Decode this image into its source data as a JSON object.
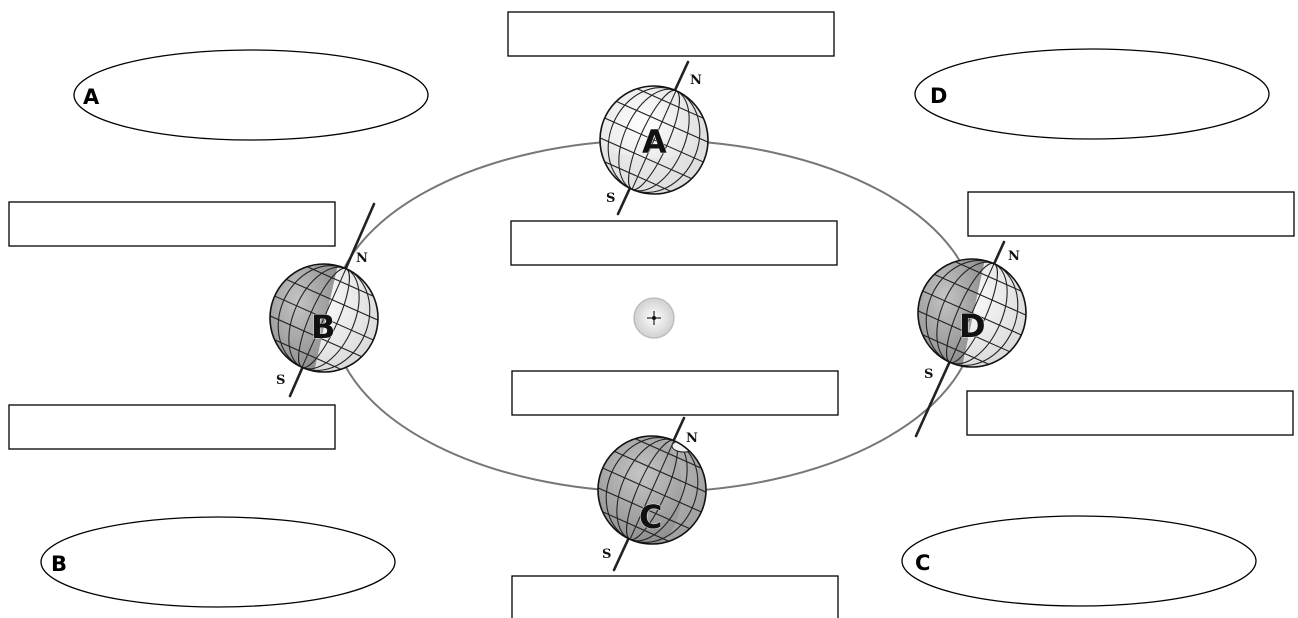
{
  "ovals": {
    "top_left": "A",
    "top_right": "D",
    "bottom_left": "B",
    "bottom_right": "C"
  },
  "globes": {
    "top": {
      "letter": "A",
      "north": "N",
      "south": "S"
    },
    "left": {
      "letter": "B",
      "north": "N",
      "south": "S"
    },
    "bottom": {
      "letter": "C",
      "north": "N",
      "south": "S"
    },
    "right": {
      "letter": "D",
      "north": "N",
      "south": "S"
    }
  },
  "colors": {
    "outline": "#000000",
    "orbit": "#777777",
    "shade": "#9a9a9a",
    "globe_light": "#f2f2f2",
    "sun": "#dcdcdc"
  },
  "answer_boxes": [
    "",
    "",
    "",
    "",
    "",
    "",
    "",
    ""
  ]
}
